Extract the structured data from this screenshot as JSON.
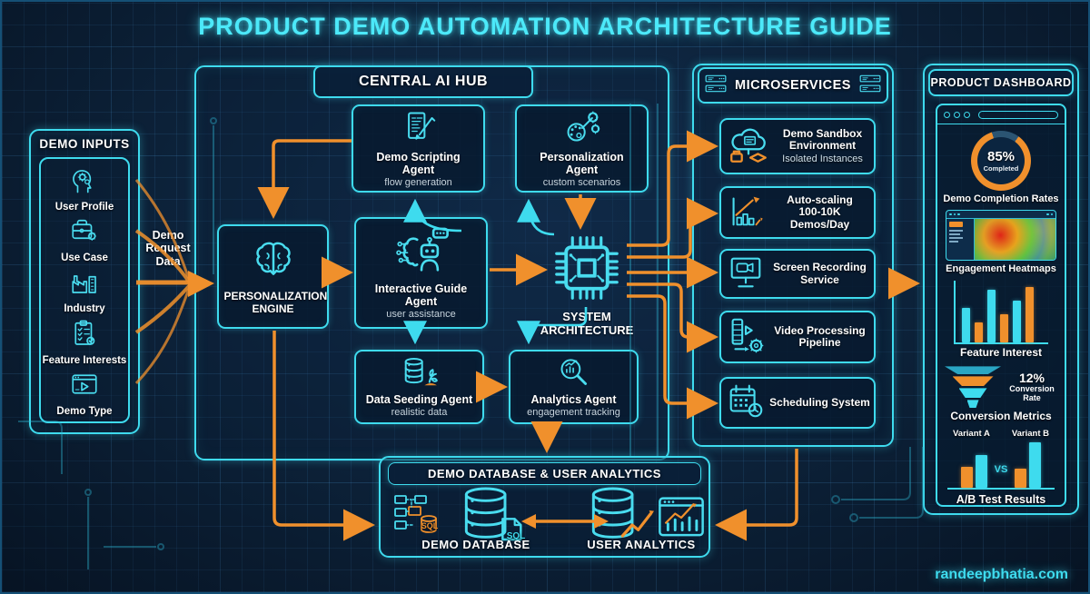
{
  "title": "PRODUCT DEMO AUTOMATION ARCHITECTURE GUIDE",
  "watermark": "randeepbhatia.com",
  "colors": {
    "cyan": "#3edbee",
    "orange": "#f0902c",
    "bg": "#0c2138"
  },
  "demo_inputs": {
    "title": "DEMO INPUTS",
    "items": [
      {
        "label": "User Profile",
        "icon": "user-profile-icon"
      },
      {
        "label": "Use Case",
        "icon": "briefcase-icon"
      },
      {
        "label": "Industry",
        "icon": "factory-icon"
      },
      {
        "label": "Feature Interests",
        "icon": "checklist-icon"
      },
      {
        "label": "Demo Type",
        "icon": "video-player-icon"
      }
    ]
  },
  "flow": {
    "request_label": "Demo Request Data"
  },
  "hub": {
    "title": "CENTRAL AI HUB",
    "nodes": {
      "scripting": {
        "title": "Demo Scripting Agent",
        "subtitle": "flow generation"
      },
      "personalization_agent": {
        "title": "Personalization Agent",
        "subtitle": "custom scenarios"
      },
      "engine": {
        "title": "PERSONALIZATION ENGINE"
      },
      "guide": {
        "title": "Interactive Guide Agent",
        "subtitle": "user assistance"
      },
      "system": {
        "title": "SYSTEM ARCHITECTURE"
      },
      "seeding": {
        "title": "Data Seeding Agent",
        "subtitle": "realistic data"
      },
      "analytics": {
        "title": "Analytics Agent",
        "subtitle": "engagement tracking"
      }
    }
  },
  "microservices": {
    "title": "MICROSERVICES",
    "services": [
      {
        "title": "Demo Sandbox Environment",
        "subtitle": "Isolated Instances"
      },
      {
        "title": "Auto-scaling 100-10K Demos/Day"
      },
      {
        "title": "Screen Recording Service"
      },
      {
        "title": "Video Processing Pipeline"
      },
      {
        "title": "Scheduling System"
      }
    ]
  },
  "dashboard": {
    "title": "PRODUCT DASHBOARD",
    "completion": {
      "percent": 85,
      "value": "85%",
      "caption": "Completed",
      "label": "Demo Completion Rates"
    },
    "heatmap": {
      "label": "Engagement Heatmaps"
    },
    "feature_interest": {
      "label": "Feature Interest",
      "chart": {
        "type": "bar",
        "values": [
          60,
          35,
          90,
          48,
          72,
          95
        ],
        "colors": [
          "cyan",
          "orange",
          "cyan",
          "orange",
          "cyan",
          "orange"
        ]
      }
    },
    "conversion": {
      "value": "12%",
      "caption": "Conversion Rate",
      "label": "Conversion Metrics"
    },
    "ab_test": {
      "label": "A/B Test Results",
      "vs": "VS",
      "variants": [
        {
          "name": "Variant A",
          "bars": [
            {
              "color": "orange",
              "value": 40
            },
            {
              "color": "cyan",
              "value": 62
            }
          ]
        },
        {
          "name": "Variant B",
          "bars": [
            {
              "color": "orange",
              "value": 36
            },
            {
              "color": "cyan",
              "value": 86
            }
          ]
        }
      ]
    }
  },
  "database_panel": {
    "title": "DEMO DATABASE & USER ANALYTICS",
    "sql_label": "SQL",
    "items": [
      {
        "label": "DEMO DATABASE"
      },
      {
        "label": "USER ANALYTICS"
      }
    ]
  }
}
